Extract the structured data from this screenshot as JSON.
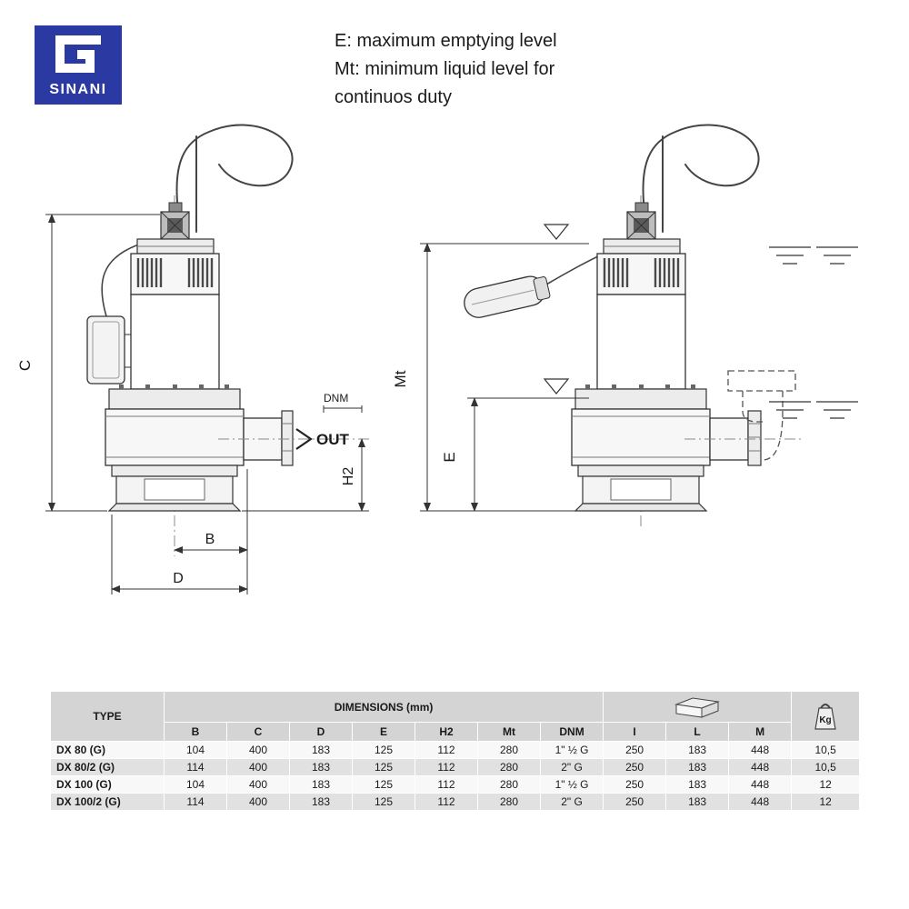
{
  "colors": {
    "brand_blue": "#2a3aa2"
  },
  "logo": {
    "name": "SINANI"
  },
  "legend": {
    "line1": "E: maximum emptying level",
    "line2": "Mt: minimum liquid level for",
    "line3": "continuos duty"
  },
  "diagram": {
    "labels": {
      "c": "C",
      "b": "B",
      "d": "D",
      "h2": "H2",
      "dnm": "DNM",
      "out": "OUT",
      "mt": "Mt",
      "e": "E"
    }
  },
  "table": {
    "type_header": "TYPE",
    "dimensions_header": "DIMENSIONS (mm)",
    "kg_header": "Kg",
    "columns": [
      "B",
      "C",
      "D",
      "E",
      "H2",
      "Mt",
      "DNM",
      "I",
      "L",
      "M"
    ],
    "rows": [
      {
        "type": "DX 80 (G)",
        "values": [
          "104",
          "400",
          "183",
          "125",
          "112",
          "280",
          "1\" ½ G",
          "250",
          "183",
          "448",
          "10,5"
        ]
      },
      {
        "type": "DX 80/2 (G)",
        "values": [
          "114",
          "400",
          "183",
          "125",
          "112",
          "280",
          "2\" G",
          "250",
          "183",
          "448",
          "10,5"
        ]
      },
      {
        "type": "DX 100 (G)",
        "values": [
          "104",
          "400",
          "183",
          "125",
          "112",
          "280",
          "1\" ½ G",
          "250",
          "183",
          "448",
          "12"
        ]
      },
      {
        "type": "DX 100/2 (G)",
        "values": [
          "114",
          "400",
          "183",
          "125",
          "112",
          "280",
          "2\" G",
          "250",
          "183",
          "448",
          "12"
        ]
      }
    ]
  }
}
